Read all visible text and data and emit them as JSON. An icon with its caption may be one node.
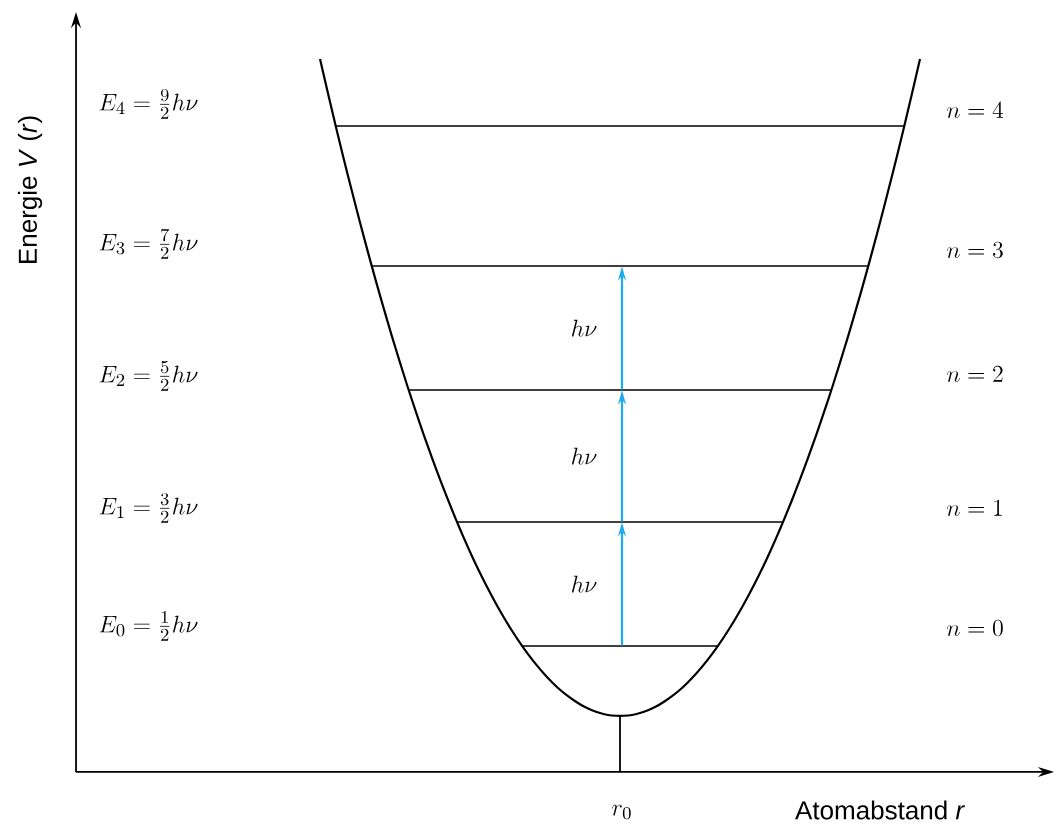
{
  "diagram": {
    "nodes": [
      {
        "text": [],
        "shape": "bar"
      },
      {
        "text": [],
        "shape": "bar"
      },
      {
        "text": [],
        "shape": "bar"
      },
      {
        "text": [],
        "shape": "bar"
      },
      {
        "text": [],
        "shape": "bar"
      }
    ],
    "edges": [
      {
        "from": 4,
        "to": 3,
        "arrow": "to",
        "label": "h\\nu",
        "color": "#1eaaf0"
      },
      {
        "from": 3,
        "to": 2,
        "arrow": "to",
        "label": "h\\nu",
        "color": "#1eaaf0"
      },
      {
        "from": 2,
        "to": 1,
        "arrow": "to",
        "label": "h\\nu",
        "color": "#1eaaf0"
      }
    ],
    "labels": [
      "E_4 = \\frac{9}{2} h\\nu",
      "n = 4",
      "E_3 = \\frac{7}{2} h\\nu",
      "n = 3",
      "E_2 = \\frac{5}{2} h\\nu",
      "n = 2",
      "E_1 = \\frac{3}{2} h\\nu",
      "n = 1",
      "E_0 = \\frac{1}{2} h\\nu",
      "n = 0",
      "Energie *V* (*r*)",
      "r_0",
      "Atomabstand *r*"
    ]
  }
}
